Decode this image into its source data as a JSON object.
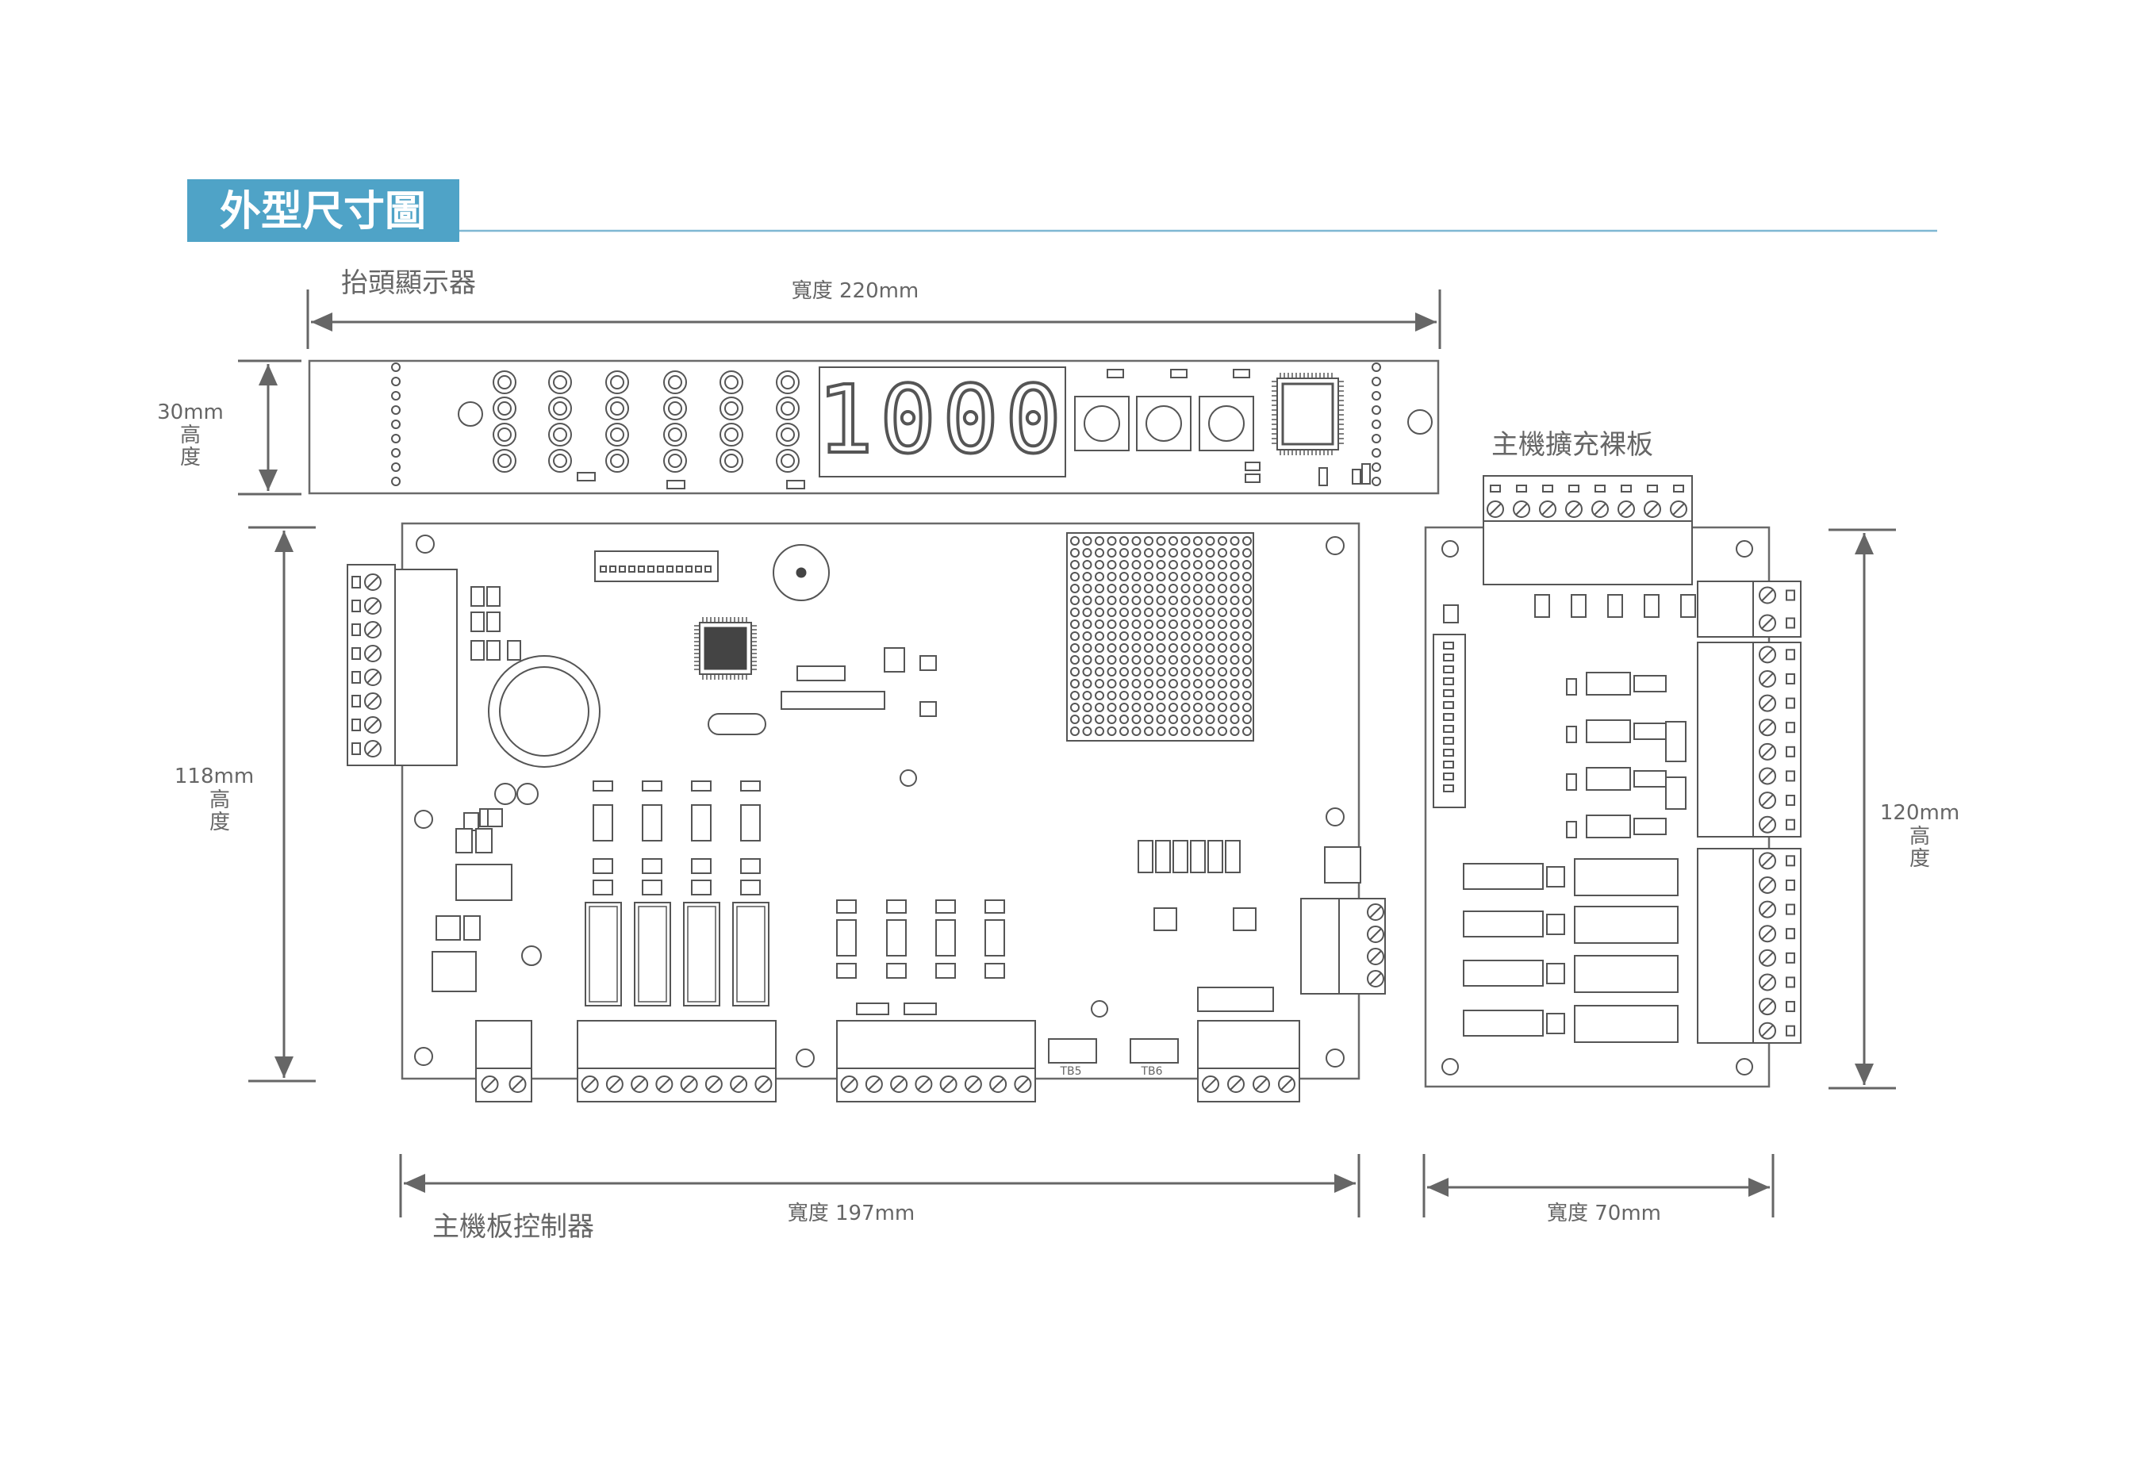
{
  "header": {
    "title": "外型尺寸圖",
    "accent_color": "#4fa3c7"
  },
  "display_board": {
    "name": "抬頭顯示器",
    "width_label": "寬度 220mm",
    "height_value": "30mm",
    "height_word": "高",
    "height_word2": "度",
    "digits": "1000"
  },
  "main_board": {
    "name": "主機板控制器",
    "width_label": "寬度 197mm",
    "height_value": "118mm",
    "height_word": "高",
    "height_word2": "度",
    "tb5": "TB5",
    "tb6": "TB6"
  },
  "expansion_board": {
    "name": "主機擴充裸板",
    "width_label": "寬度 70mm",
    "height_value": "120mm",
    "height_word": "高",
    "height_word2": "度"
  }
}
